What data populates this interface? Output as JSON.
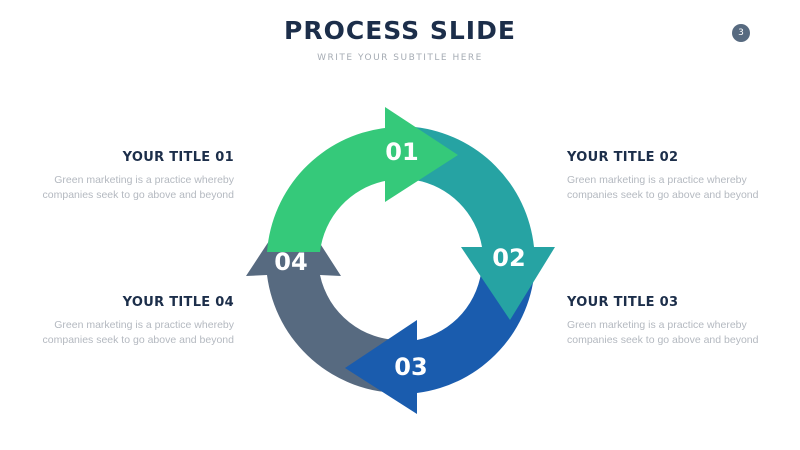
{
  "header": {
    "title": "PROCESS SLIDE",
    "subtitle": "WRITE YOUR SUBTITLE HERE",
    "page_number": "3"
  },
  "steps": [
    {
      "number": "01",
      "title": "YOUR TITLE 01",
      "desc_line1": "Green marketing is a practice whereby",
      "desc_line2": "companies seek to go above and beyond",
      "color": "#35c97a"
    },
    {
      "number": "02",
      "title": "YOUR TITLE 02",
      "desc_line1": "Green marketing is a practice whereby",
      "desc_line2": "companies seek to go above and beyond",
      "color": "#26a3a3"
    },
    {
      "number": "03",
      "title": "YOUR TITLE 03",
      "desc_line1": "Green marketing is a practice whereby",
      "desc_line2": "companies seek to go above and beyond",
      "color": "#1a5cae"
    },
    {
      "number": "04",
      "title": "YOUR TITLE 04",
      "desc_line1": "Green marketing is a practice whereby",
      "desc_line2": "companies seek to go above and beyond",
      "color": "#576a80"
    }
  ],
  "colors": {
    "title": "#1c2e4a",
    "text_muted": "#b4b9c0"
  }
}
